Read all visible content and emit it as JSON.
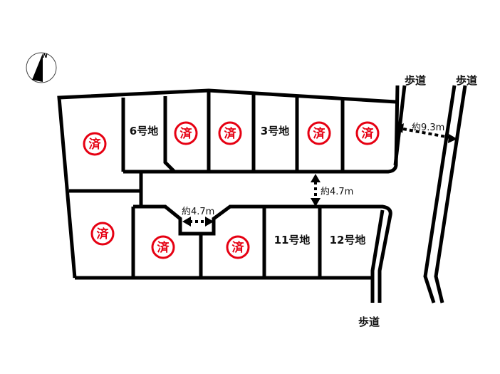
{
  "compass": {
    "label": "N"
  },
  "lots": [
    {
      "name": "lot-1",
      "label": "済",
      "sold": true
    },
    {
      "name": "lot-6",
      "label": "6号地",
      "sold": false
    },
    {
      "name": "lot-5",
      "label": "済",
      "sold": true
    },
    {
      "name": "lot-4",
      "label": "済",
      "sold": true
    },
    {
      "name": "lot-3",
      "label": "3号地",
      "sold": false
    },
    {
      "name": "lot-2",
      "label": "済",
      "sold": true
    },
    {
      "name": "lot-top-right",
      "label": "済",
      "sold": true
    },
    {
      "name": "lot-bottom-left",
      "label": "済",
      "sold": true
    },
    {
      "name": "lot-9",
      "label": "済",
      "sold": true
    },
    {
      "name": "lot-10",
      "label": "済",
      "sold": true
    },
    {
      "name": "lot-11",
      "label": "11号地",
      "sold": false
    },
    {
      "name": "lot-12",
      "label": "12号地",
      "sold": false
    }
  ],
  "sidewalks": [
    "歩道",
    "歩道",
    "歩道"
  ],
  "dimensions": {
    "road_main": "約9.3m",
    "road_internal_vertical": "約4.7m",
    "road_internal_horizontal": "約4.7m"
  },
  "colors": {
    "sold_stamp": "#e60012",
    "lines": "#000000"
  }
}
